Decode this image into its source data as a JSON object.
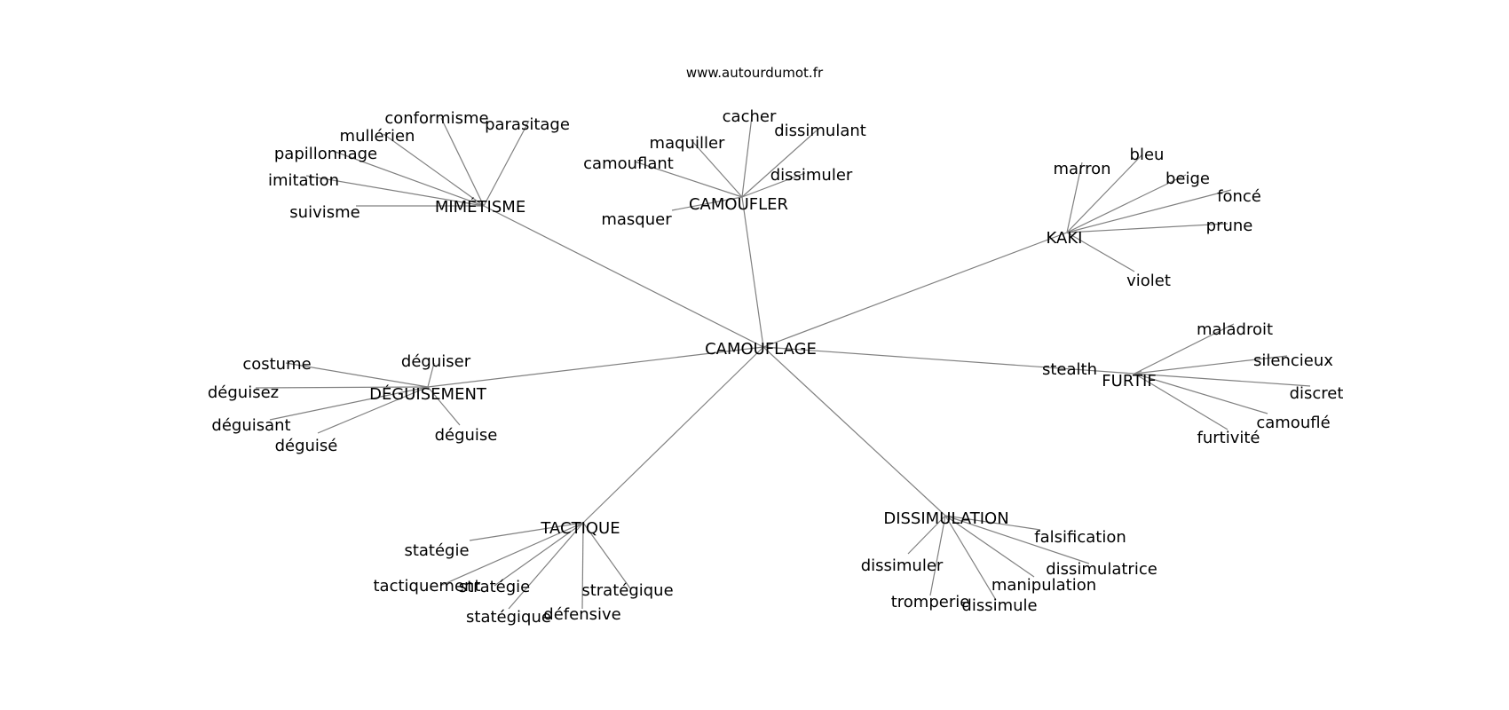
{
  "source": "www.autourdumot.fr",
  "center": "CAMOUFLAGE",
  "hubs": [
    {
      "id": "mimetisme",
      "label": "MIMÉTISME",
      "leaves": [
        "conformisme",
        "parasitage",
        "mullérien",
        "papillonnage",
        "imitation",
        "suivisme"
      ]
    },
    {
      "id": "camoufler",
      "label": "CAMOUFLER",
      "leaves": [
        "cacher",
        "maquiller",
        "dissimulant",
        "camouflant",
        "dissimuler",
        "masquer"
      ]
    },
    {
      "id": "kaki",
      "label": "KAKI",
      "leaves": [
        "marron",
        "bleu",
        "beige",
        "foncé",
        "prune",
        "violet"
      ]
    },
    {
      "id": "deguisement",
      "label": "DÉGUISEMENT",
      "leaves": [
        "déguiser",
        "costume",
        "déguisez",
        "déguisant",
        "déguisé",
        "déguise"
      ]
    },
    {
      "id": "furtif",
      "label": "FURTIF",
      "leaves": [
        "maladroit",
        "silencieux",
        "stealth",
        "discret",
        "camouflé",
        "furtivité"
      ]
    },
    {
      "id": "tactique",
      "label": "TACTIQUE",
      "leaves": [
        "statégie",
        "tactiquement",
        "stratégie",
        "stratégique",
        "statégique",
        "défensive"
      ]
    },
    {
      "id": "dissimulation",
      "label": "DISSIMULATION",
      "leaves": [
        "falsification",
        "dissimulatrice",
        "dissimuler",
        "manipulation",
        "tromperie",
        "dissimule"
      ]
    }
  ],
  "colors": {
    "edge": "#808080",
    "text": "#000000",
    "background": "#ffffff"
  }
}
